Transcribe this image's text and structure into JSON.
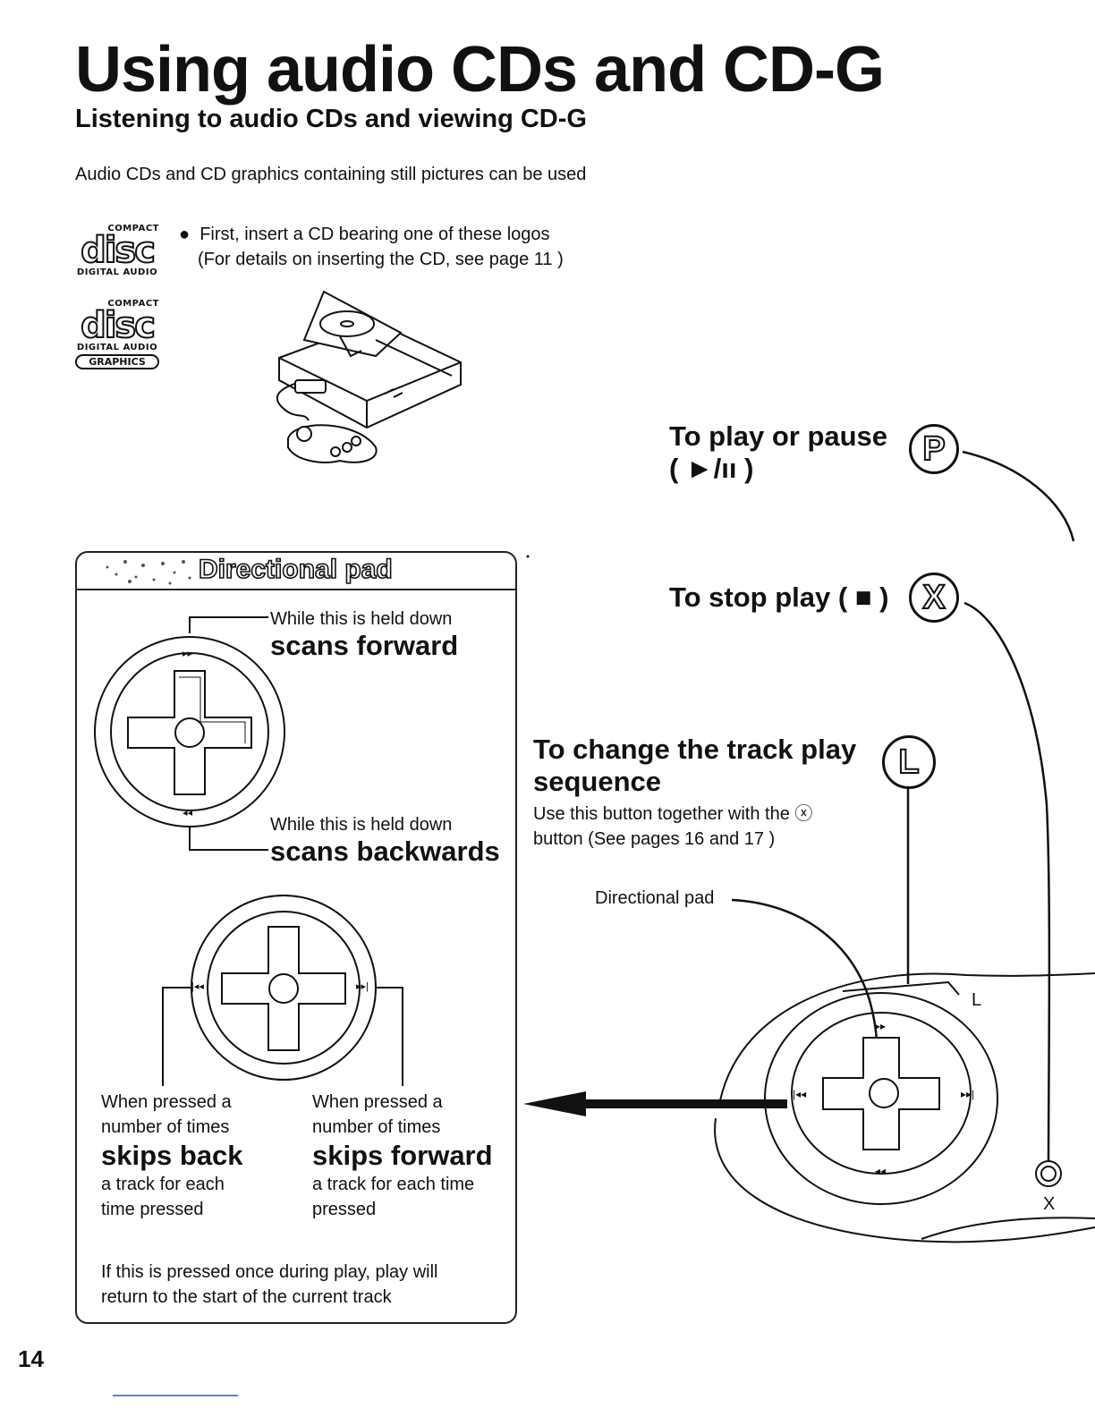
{
  "page": {
    "title": "Using audio CDs and CD-G",
    "subtitle": "Listening to audio CDs and viewing CD-G",
    "intro": "Audio CDs and CD graphics containing still pictures can be used",
    "page_number": "14"
  },
  "logos": {
    "compact_top": "COMPACT",
    "disc_word": "disc",
    "digital_audio": "DIGITAL AUDIO",
    "graphics": "GRAPHICS"
  },
  "insert": {
    "line1": "First, insert a CD bearing one of these logos",
    "line2": "(For details on inserting the CD, see page 11 )"
  },
  "controls": {
    "play_heading": "To play or pause",
    "play_symbol": "( ►/ıı )",
    "play_button": "P",
    "stop_heading": "To stop play ( ■ )",
    "stop_button": "X",
    "sequence_heading_1": "To change the track play",
    "sequence_heading_2": "sequence",
    "sequence_button": "L",
    "sequence_note_1": "Use this button together with the ⓧ",
    "sequence_note_2": "button (See pages 16 and 17 )",
    "dpad_callout": "Directional pad",
    "controller_l": "L",
    "controller_x": "X"
  },
  "dpad_box": {
    "title": "Directional pad",
    "hold_up_label": "While this is held down",
    "hold_up_action": "scans forward",
    "hold_down_label": "While this is held down",
    "hold_down_action": "scans backwards",
    "left": {
      "label_1": "When pressed a",
      "label_2": "number of times",
      "action": "skips back",
      "note_1": "a track for each",
      "note_2": "time pressed"
    },
    "right": {
      "label_1": "When pressed a",
      "label_2": "number of times",
      "action": "skips forward",
      "note_1": "a track for each time",
      "note_2": "pressed"
    },
    "footer_1": "If this is pressed once during play, play will",
    "footer_2": "return to the start of the current track"
  },
  "symbols": {
    "ff": "▸▸",
    "rew": "◂◂",
    "skip_back": "|◂◂",
    "skip_fwd": "▸▸|"
  }
}
